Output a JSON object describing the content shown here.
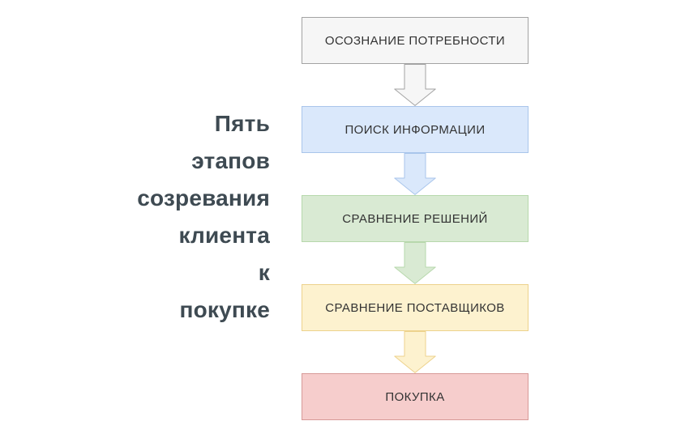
{
  "title": {
    "text": "Пять этапов созревания клиента к покупке",
    "lines": [
      "Пять",
      "этапов",
      "созревания",
      "клиента",
      "к",
      "покупке"
    ],
    "color": "#3e4a52"
  },
  "flow": {
    "label_color": "#333333",
    "steps": [
      {
        "label": "ОСОЗНАНИЕ ПОТРЕБНОСТИ",
        "fill": "#f6f6f6",
        "stroke": "#a3a3a3"
      },
      {
        "label": "ПОИСК ИНФОРМАЦИИ",
        "fill": "#dae8fb",
        "stroke": "#a9c5eb"
      },
      {
        "label": "СРАВНЕНИЕ РЕШЕНИЙ",
        "fill": "#d9ead3",
        "stroke": "#b7d8ac"
      },
      {
        "label": "СРАВНЕНИЕ ПОСТАВЩИКОВ",
        "fill": "#fdf2cf",
        "stroke": "#edd28c"
      },
      {
        "label": "ПОКУПКА",
        "fill": "#f6cdcc",
        "stroke": "#d79a98"
      }
    ],
    "connectors": [
      {
        "direction": "down",
        "color_of_step": 0
      },
      {
        "direction": "down",
        "color_of_step": 1
      },
      {
        "direction": "down",
        "color_of_step": 2
      },
      {
        "direction": "down",
        "color_of_step": 3
      }
    ]
  }
}
